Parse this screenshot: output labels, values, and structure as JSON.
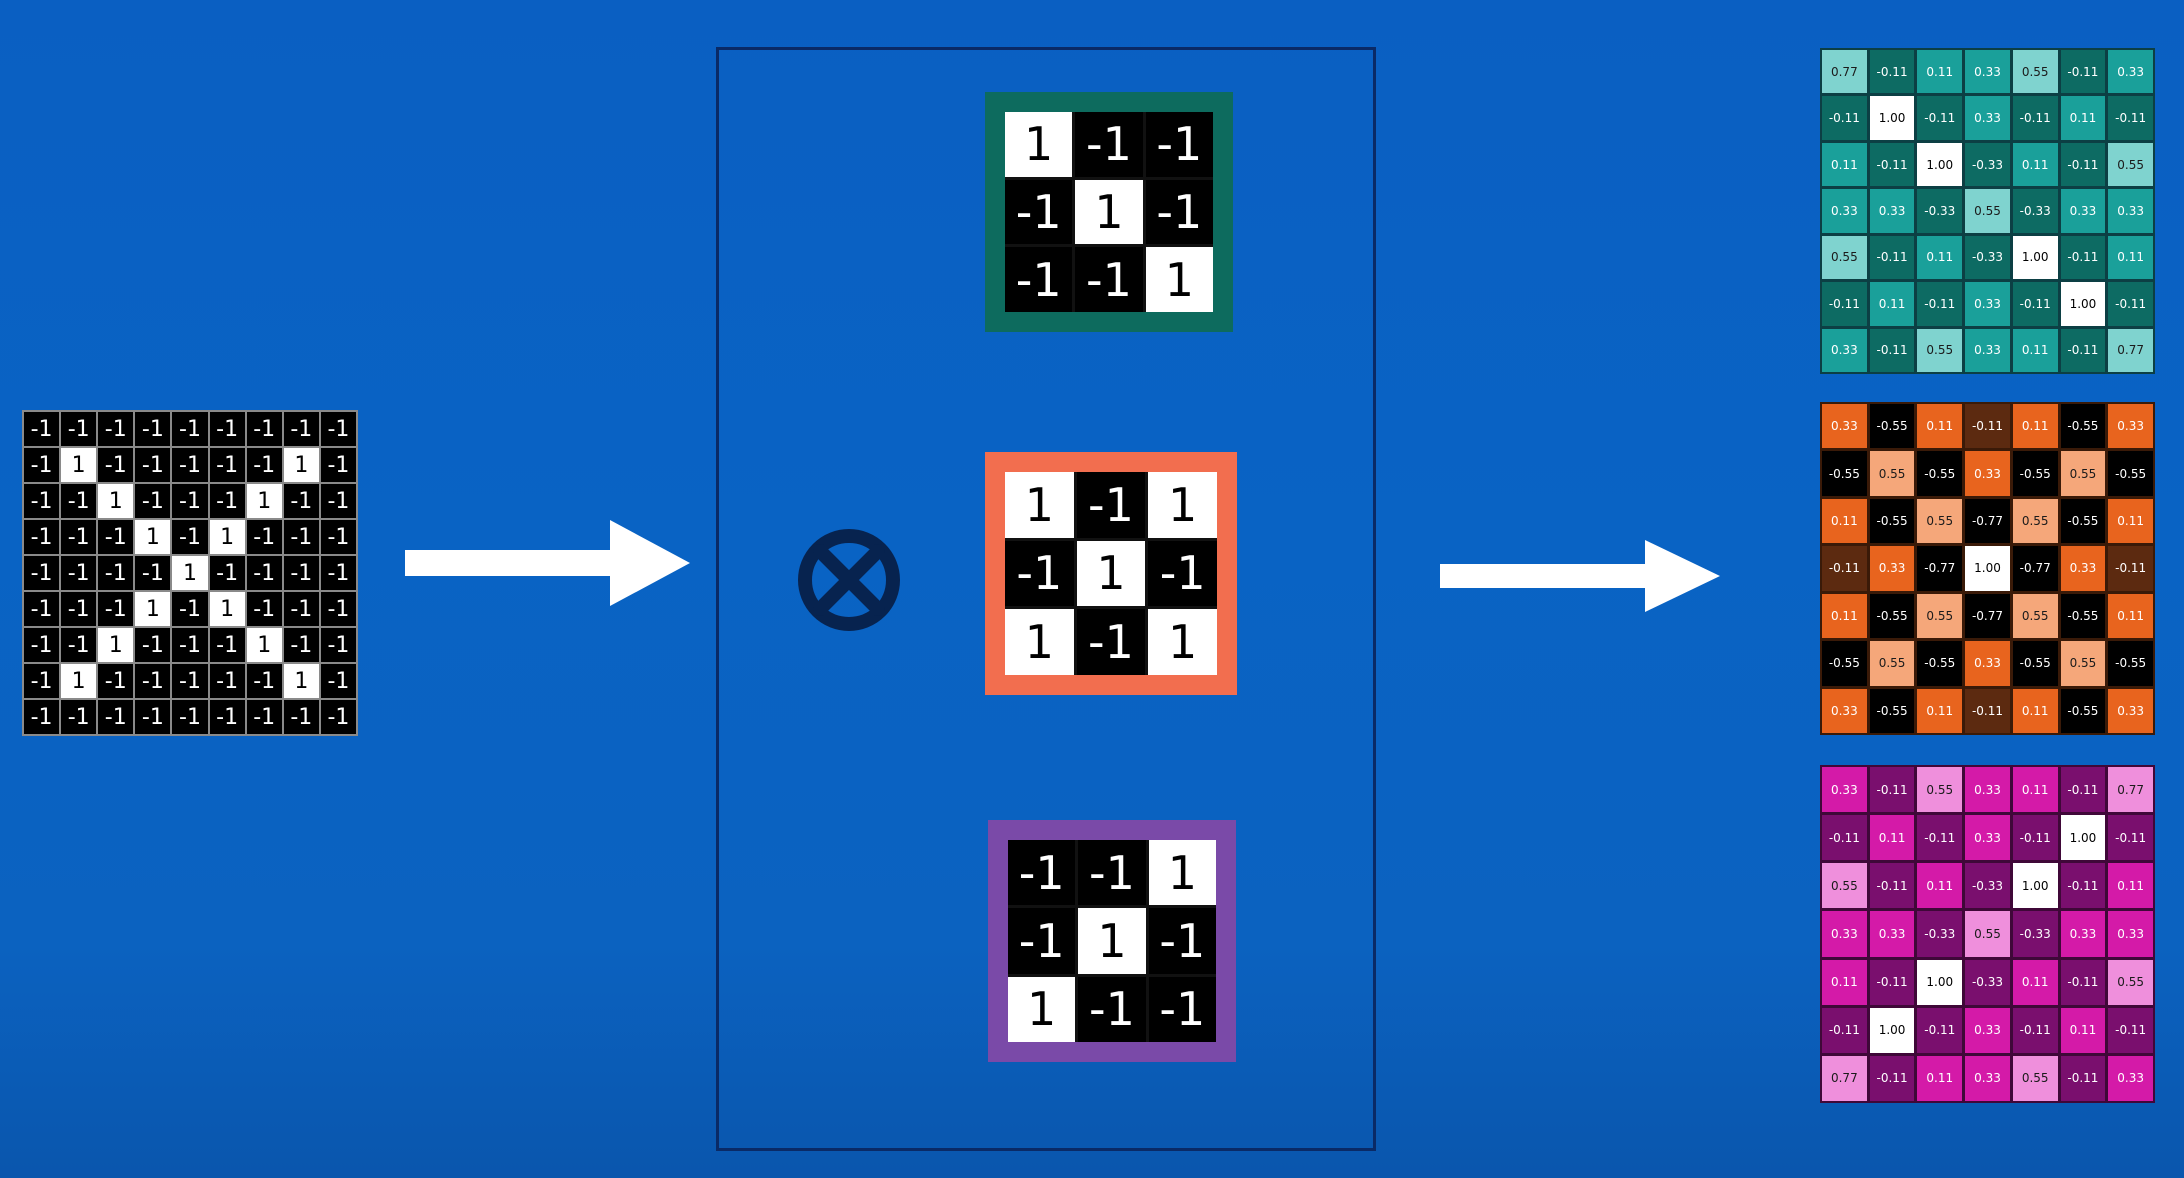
{
  "input_image": {
    "rows": [
      [
        "-1",
        "-1",
        "-1",
        "-1",
        "-1",
        "-1",
        "-1",
        "-1",
        "-1"
      ],
      [
        "-1",
        "1",
        "-1",
        "-1",
        "-1",
        "-1",
        "-1",
        "1",
        "-1"
      ],
      [
        "-1",
        "-1",
        "1",
        "-1",
        "-1",
        "-1",
        "1",
        "-1",
        "-1"
      ],
      [
        "-1",
        "-1",
        "-1",
        "1",
        "-1",
        "1",
        "-1",
        "-1",
        "-1"
      ],
      [
        "-1",
        "-1",
        "-1",
        "-1",
        "1",
        "-1",
        "-1",
        "-1",
        "-1"
      ],
      [
        "-1",
        "-1",
        "-1",
        "1",
        "-1",
        "1",
        "-1",
        "-1",
        "-1"
      ],
      [
        "-1",
        "-1",
        "1",
        "-1",
        "-1",
        "-1",
        "1",
        "-1",
        "-1"
      ],
      [
        "-1",
        "1",
        "-1",
        "-1",
        "-1",
        "-1",
        "-1",
        "1",
        "-1"
      ],
      [
        "-1",
        "-1",
        "-1",
        "-1",
        "-1",
        "-1",
        "-1",
        "-1",
        "-1"
      ]
    ]
  },
  "operator_icon": "convolution-circled-x-icon",
  "kernels": [
    {
      "frame_color": "#0d6b5e",
      "rows": [
        [
          "1",
          "-1",
          "-1"
        ],
        [
          "-1",
          "1",
          "-1"
        ],
        [
          "-1",
          "-1",
          "1"
        ]
      ]
    },
    {
      "frame_color": "#f26e4f",
      "rows": [
        [
          "1",
          "-1",
          "1"
        ],
        [
          "-1",
          "1",
          "-1"
        ],
        [
          "1",
          "-1",
          "1"
        ]
      ]
    },
    {
      "frame_color": "#7a4aa8",
      "rows": [
        [
          "-1",
          "-1",
          "1"
        ],
        [
          "-1",
          "1",
          "-1"
        ],
        [
          "1",
          "-1",
          "-1"
        ]
      ]
    }
  ],
  "feature_maps": [
    {
      "palette": [
        "#000000",
        "#0d6b63",
        "#1aa09a",
        "#7fd3cf",
        "#ffffff"
      ],
      "rows": [
        [
          "0.77",
          "-0.11",
          "0.11",
          "0.33",
          "0.55",
          "-0.11",
          "0.33"
        ],
        [
          "-0.11",
          "1.00",
          "-0.11",
          "0.33",
          "-0.11",
          "0.11",
          "-0.11"
        ],
        [
          "0.11",
          "-0.11",
          "1.00",
          "-0.33",
          "0.11",
          "-0.11",
          "0.55"
        ],
        [
          "0.33",
          "0.33",
          "-0.33",
          "0.55",
          "-0.33",
          "0.33",
          "0.33"
        ],
        [
          "0.55",
          "-0.11",
          "0.11",
          "-0.33",
          "1.00",
          "-0.11",
          "0.11"
        ],
        [
          "-0.11",
          "0.11",
          "-0.11",
          "0.33",
          "-0.11",
          "1.00",
          "-0.11"
        ],
        [
          "0.33",
          "-0.11",
          "0.55",
          "0.33",
          "0.11",
          "-0.11",
          "0.77"
        ]
      ]
    },
    {
      "palette": [
        "#000000",
        "#5c2a10",
        "#e8641e",
        "#f5a77a",
        "#ffffff"
      ],
      "rows": [
        [
          "0.33",
          "-0.55",
          "0.11",
          "-0.11",
          "0.11",
          "-0.55",
          "0.33"
        ],
        [
          "-0.55",
          "0.55",
          "-0.55",
          "0.33",
          "-0.55",
          "0.55",
          "-0.55"
        ],
        [
          "0.11",
          "-0.55",
          "0.55",
          "-0.77",
          "0.55",
          "-0.55",
          "0.11"
        ],
        [
          "-0.11",
          "0.33",
          "-0.77",
          "1.00",
          "-0.77",
          "0.33",
          "-0.11"
        ],
        [
          "0.11",
          "-0.55",
          "0.55",
          "-0.77",
          "0.55",
          "-0.55",
          "0.11"
        ],
        [
          "-0.55",
          "0.55",
          "-0.55",
          "0.33",
          "-0.55",
          "0.55",
          "-0.55"
        ],
        [
          "0.33",
          "-0.55",
          "0.11",
          "-0.11",
          "0.11",
          "-0.55",
          "0.33"
        ]
      ]
    },
    {
      "palette": [
        "#000000",
        "#7a0f6e",
        "#d41aa8",
        "#ef8fdc",
        "#ffffff"
      ],
      "rows": [
        [
          "0.33",
          "-0.11",
          "0.55",
          "0.33",
          "0.11",
          "-0.11",
          "0.77"
        ],
        [
          "-0.11",
          "0.11",
          "-0.11",
          "0.33",
          "-0.11",
          "1.00",
          "-0.11"
        ],
        [
          "0.55",
          "-0.11",
          "0.11",
          "-0.33",
          "1.00",
          "-0.11",
          "0.11"
        ],
        [
          "0.33",
          "0.33",
          "-0.33",
          "0.55",
          "-0.33",
          "0.33",
          "0.33"
        ],
        [
          "0.11",
          "-0.11",
          "1.00",
          "-0.33",
          "0.11",
          "-0.11",
          "0.55"
        ],
        [
          "-0.11",
          "1.00",
          "-0.11",
          "0.33",
          "-0.11",
          "0.11",
          "-0.11"
        ],
        [
          "0.77",
          "-0.11",
          "0.11",
          "0.33",
          "0.55",
          "-0.11",
          "0.33"
        ]
      ]
    }
  ]
}
